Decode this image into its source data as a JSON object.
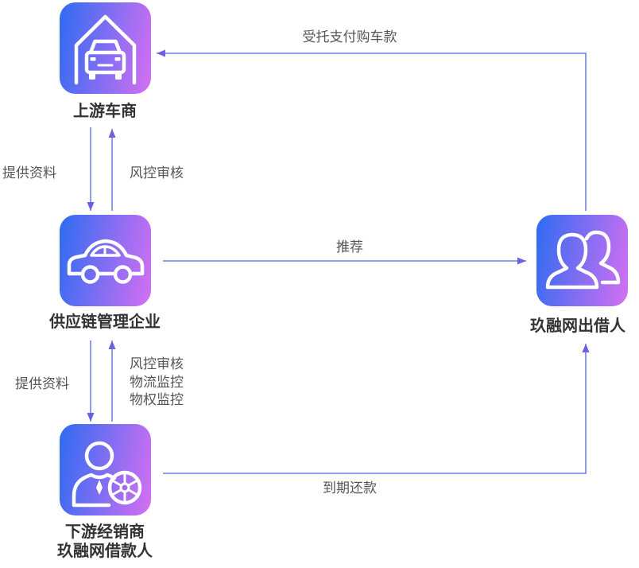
{
  "colors": {
    "gradient_start": "#2d6cf2",
    "gradient_end": "#d56ff2",
    "arrow_line": "#5566d8",
    "arrow_head": "#6e5ee0",
    "edge_label": "#555555",
    "node_label": "#333333",
    "icon_stroke": "#ffffff",
    "background": "#ffffff"
  },
  "nodes": {
    "upstream_dealer": {
      "label": "上游车商",
      "icon": "garage-car-icon"
    },
    "supply_chain_enterprise": {
      "label": "供应链管理企业",
      "icon": "car-icon"
    },
    "downstream_dealer": {
      "label_line1": "下游经销商",
      "label_line2": "玖融网借款人",
      "icon": "dealer-wheel-icon"
    },
    "lender": {
      "label": "玖融网出借人",
      "icon": "two-people-icon"
    }
  },
  "edges": {
    "payment": "受托支付购车款",
    "recommend": "推荐",
    "repayment": "到期还款",
    "upper_provide_info": "提供资料",
    "upper_risk_review": "风控审核",
    "lower_provide_info": "提供资料",
    "lower_controls": [
      "风控审核",
      "物流监控",
      "物权监控"
    ]
  }
}
